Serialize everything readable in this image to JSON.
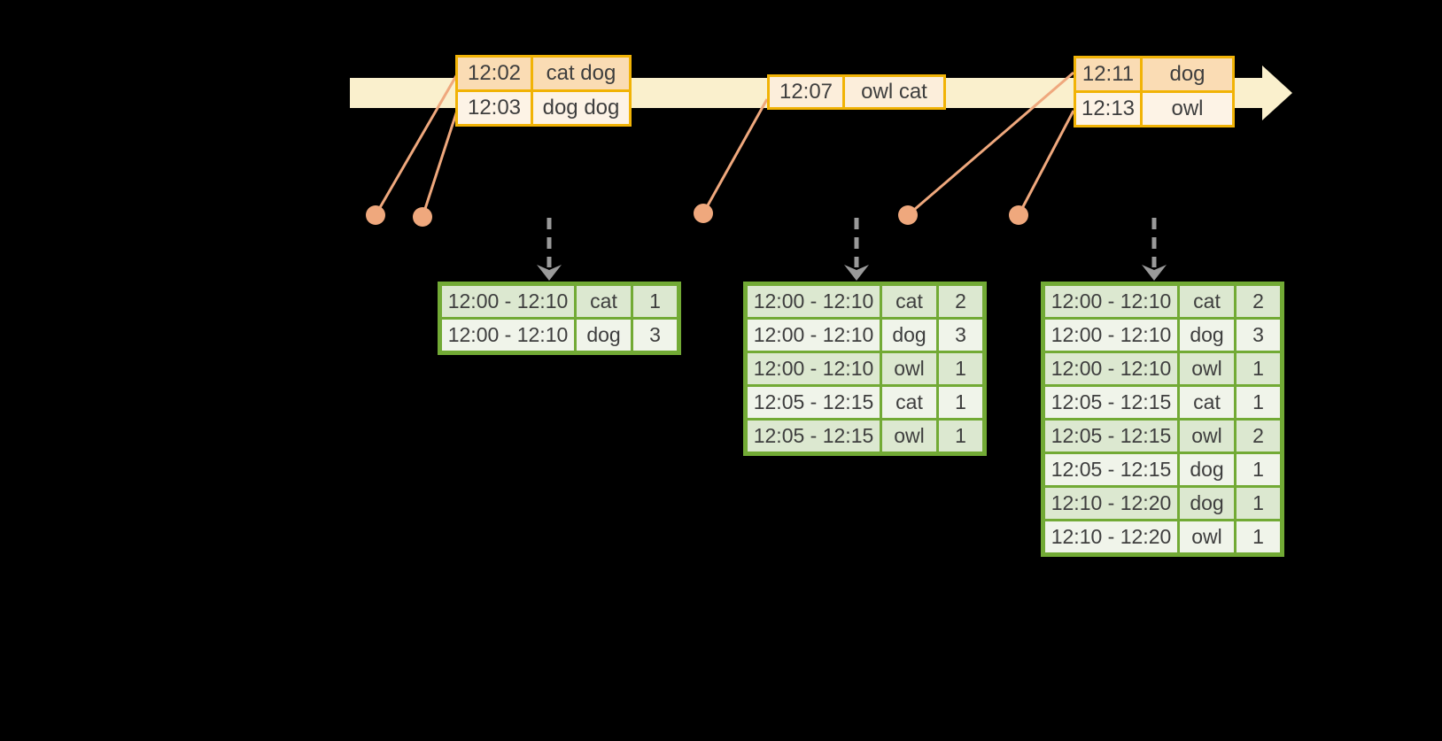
{
  "colors": {
    "background": "#000000",
    "band": "#faf0cd",
    "gold": "#f1b306",
    "peach_dark": "#fadcb4",
    "peach_light": "#fdf3e6",
    "peach_mid": "#fceedb",
    "salmon": "#efa87d",
    "gray_arrow": "#9a9a9a",
    "green": "#72aa35",
    "cell_dark": "#dce8d0",
    "cell_light": "#f0f4ea",
    "text": "#3e3e3e"
  },
  "timeline": {
    "events": [
      {
        "rows": [
          {
            "time": "12:02",
            "words": "cat dog"
          },
          {
            "time": "12:03",
            "words": "dog dog"
          }
        ]
      },
      {
        "rows": [
          {
            "time": "12:07",
            "words": "owl cat"
          }
        ]
      },
      {
        "rows": [
          {
            "time": "12:11",
            "words": "dog"
          },
          {
            "time": "12:13",
            "words": "owl"
          }
        ]
      }
    ]
  },
  "result_tables": [
    {
      "rows": [
        {
          "window": "12:00 - 12:10",
          "word": "cat",
          "count": "1"
        },
        {
          "window": "12:00 - 12:10",
          "word": "dog",
          "count": "3"
        }
      ]
    },
    {
      "rows": [
        {
          "window": "12:00 - 12:10",
          "word": "cat",
          "count": "2"
        },
        {
          "window": "12:00 - 12:10",
          "word": "dog",
          "count": "3"
        },
        {
          "window": "12:00 - 12:10",
          "word": "owl",
          "count": "1"
        },
        {
          "window": "12:05 - 12:15",
          "word": "cat",
          "count": "1"
        },
        {
          "window": "12:05 - 12:15",
          "word": "owl",
          "count": "1"
        }
      ]
    },
    {
      "rows": [
        {
          "window": "12:00 - 12:10",
          "word": "cat",
          "count": "2"
        },
        {
          "window": "12:00 - 12:10",
          "word": "dog",
          "count": "3"
        },
        {
          "window": "12:00 - 12:10",
          "word": "owl",
          "count": "1"
        },
        {
          "window": "12:05 - 12:15",
          "word": "cat",
          "count": "1"
        },
        {
          "window": "12:05 - 12:15",
          "word": "owl",
          "count": "2"
        },
        {
          "window": "12:05 - 12:15",
          "word": "dog",
          "count": "1"
        },
        {
          "window": "12:10 - 12:20",
          "word": "dog",
          "count": "1"
        },
        {
          "window": "12:10 - 12:20",
          "word": "owl",
          "count": "1"
        }
      ]
    }
  ]
}
